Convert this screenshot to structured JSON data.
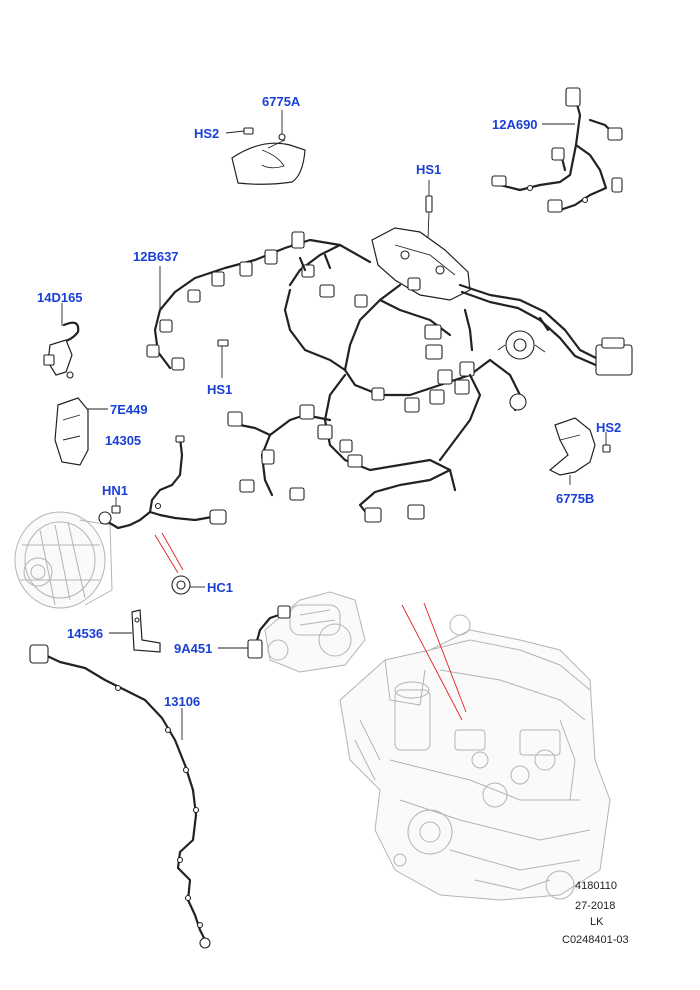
{
  "callouts": {
    "c6775a": "6775A",
    "hs2_top": "HS2",
    "c12a690": "12A690",
    "hs1_top": "HS1",
    "c12b637": "12B637",
    "c14d165": "14D165",
    "hs1_mid": "HS1",
    "c7e449": "7E449",
    "c14305": "14305",
    "hs2_right": "HS2",
    "c6775b": "6775B",
    "hn1": "HN1",
    "hc1": "HC1",
    "c14536": "14536",
    "c9a451": "9A451",
    "c13106": "13106"
  },
  "reference": {
    "line1": "4180110",
    "line2": "27-2018",
    "line3": "LK",
    "line4": "C0248401-03"
  },
  "colors": {
    "callout": "#1a3fd6",
    "line": "#222222",
    "ghost_engine": "#b4b4b4",
    "indicator": "#e02020"
  }
}
